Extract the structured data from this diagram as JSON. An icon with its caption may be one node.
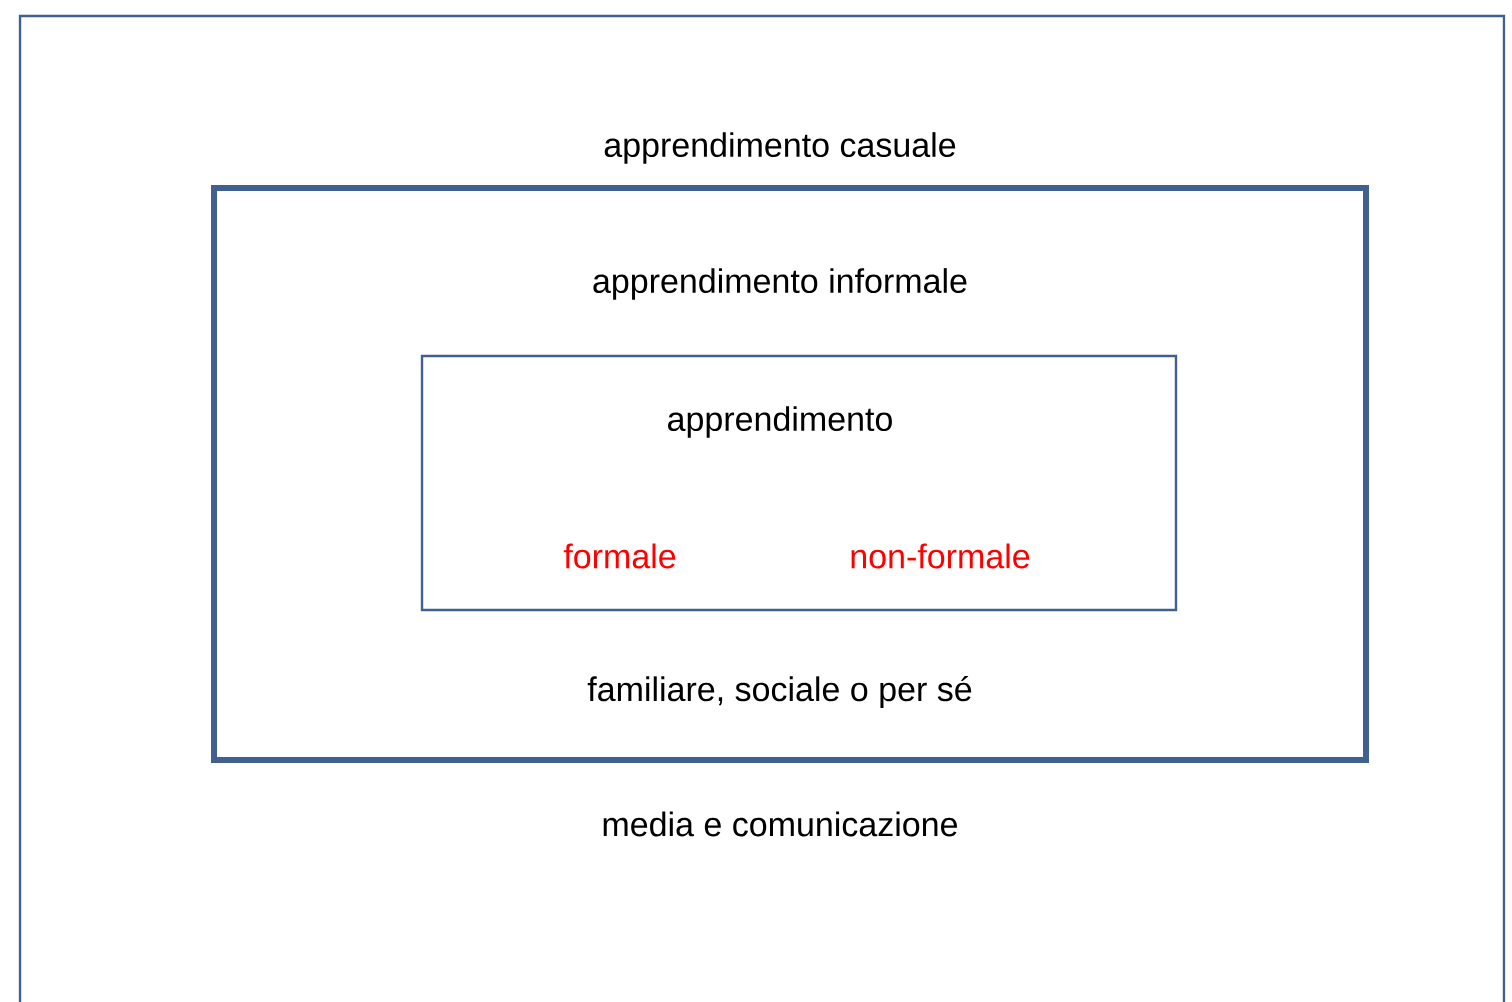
{
  "diagram": {
    "nodes": [
      {
        "text": [
          "apprendimento casuale",
          "media e comunicazione"
        ]
      },
      {
        "text": [
          "apprendimento informale",
          "familiare, sociale o per sé"
        ],
        "in": 0
      },
      {
        "text": [
          "apprendimento",
          "formale",
          "non-formale"
        ],
        "in": 1
      }
    ]
  }
}
